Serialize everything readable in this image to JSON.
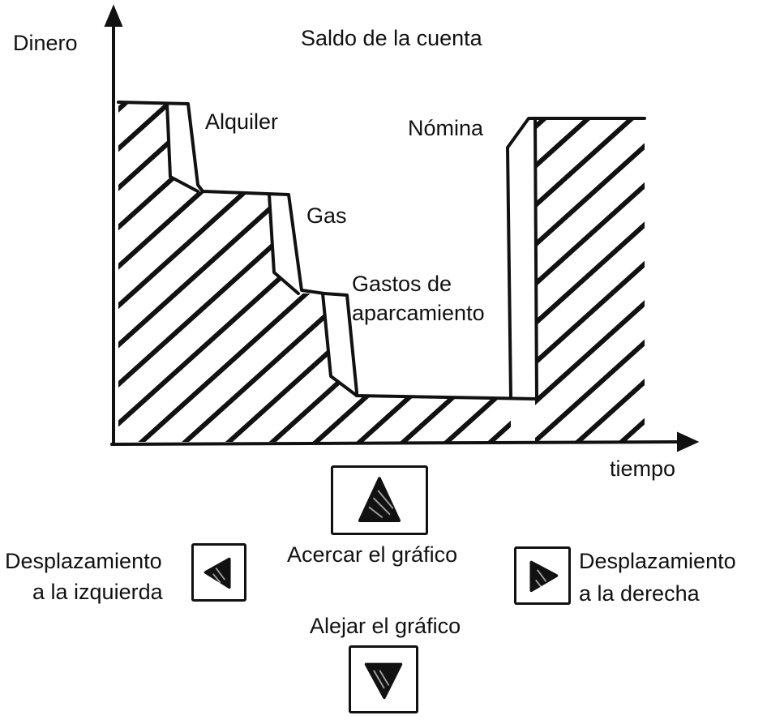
{
  "chart_title": "Saldo de la cuenta",
  "axis": {
    "y_label": "Dinero",
    "x_label": "tiempo"
  },
  "annotations": {
    "rent": "Alquiler",
    "gas": "Gas",
    "parking_line1": "Gastos de",
    "parking_line2": "aparcamiento",
    "payroll": "Nómina"
  },
  "controls": {
    "zoom_in": "Acercar el gráfico",
    "zoom_out": "Alejar el gráfico",
    "scroll_left_line1": "Desplazamiento",
    "scroll_left_line2": "a la izquierda",
    "scroll_right_line1": "Desplazamiento",
    "scroll_right_line2": "a la derecha"
  },
  "colors": {
    "ink": "#111111",
    "background": "#ffffff"
  },
  "icons": {
    "zoom_in": "triangle-up-icon",
    "zoom_out": "triangle-down-icon",
    "scroll_left": "triangle-left-icon",
    "scroll_right": "triangle-right-icon"
  }
}
